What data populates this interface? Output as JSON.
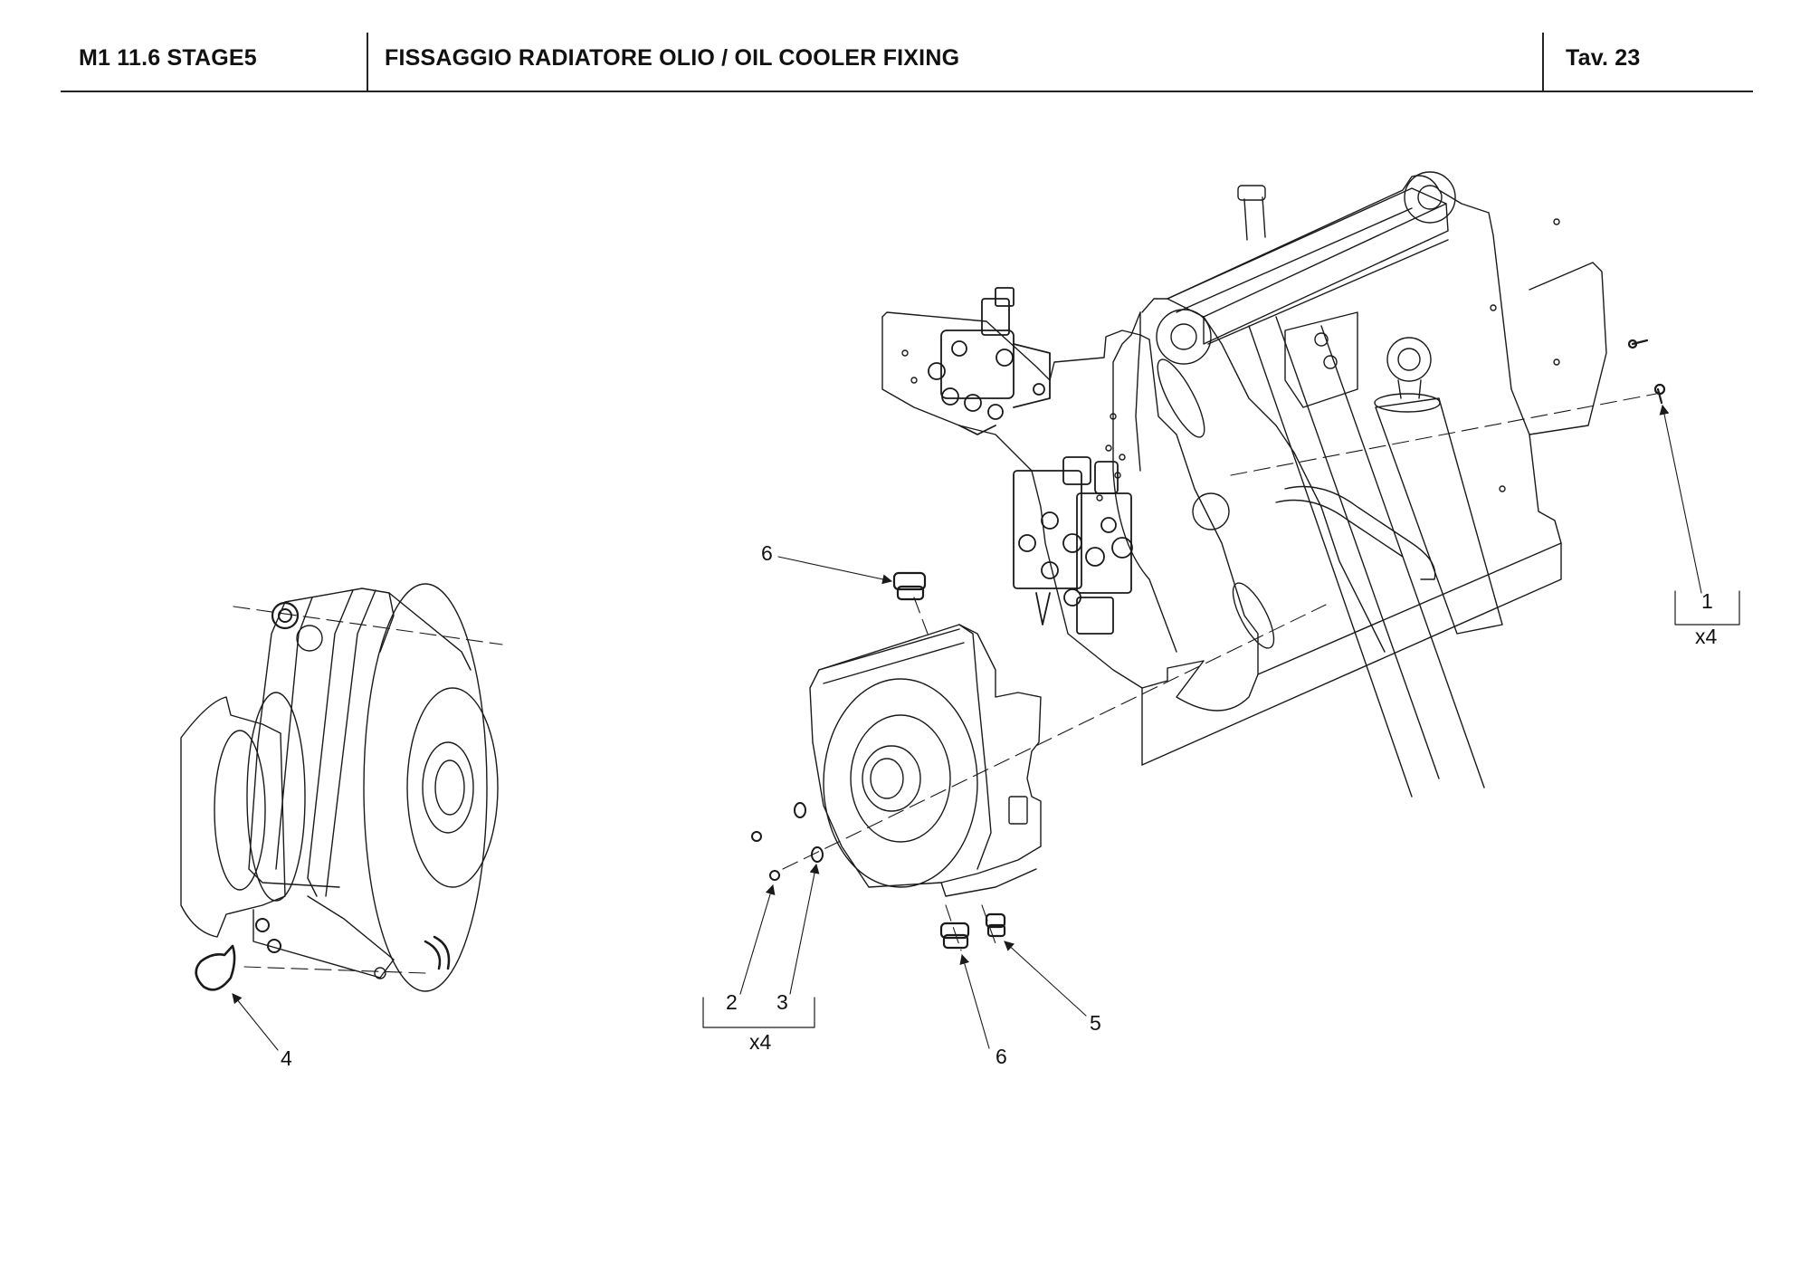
{
  "header": {
    "model": "M1 11.6 STAGE5",
    "title": "FISSAGGIO RADIATORE OLIO / OIL COOLER FIXING",
    "table_label": "Tav.  23"
  },
  "callouts": [
    {
      "number": "1",
      "qty": "x4"
    },
    {
      "number": "2"
    },
    {
      "number": "3",
      "qty": "x4"
    },
    {
      "number": "4"
    },
    {
      "number": "5"
    },
    {
      "number": "6"
    },
    {
      "number": "6"
    }
  ],
  "colors": {
    "line": "#1a1a1a",
    "background": "#ffffff"
  }
}
